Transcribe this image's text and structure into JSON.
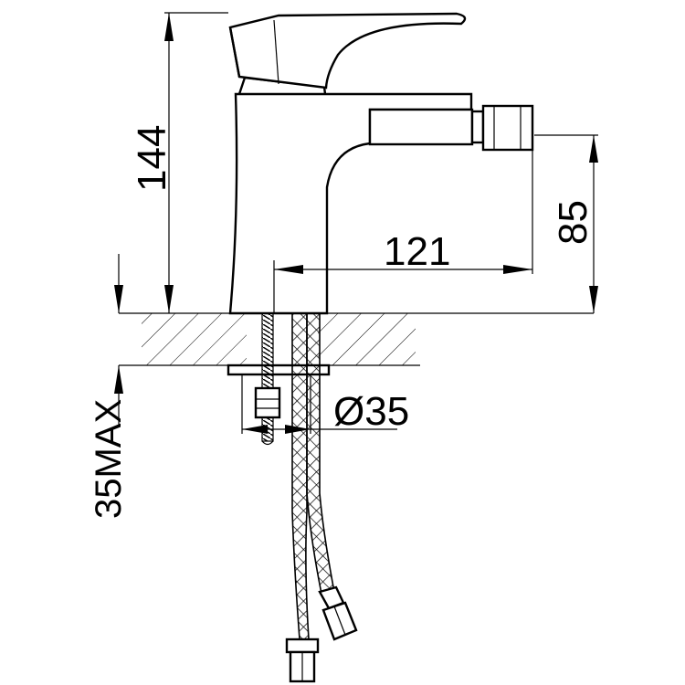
{
  "dimensions": {
    "height_total": "144",
    "spout_height": "85",
    "spout_reach": "121",
    "hole_diameter": "Ø35",
    "max_thickness": "35MAX"
  },
  "colors": {
    "line": "#000000",
    "background": "#ffffff"
  }
}
